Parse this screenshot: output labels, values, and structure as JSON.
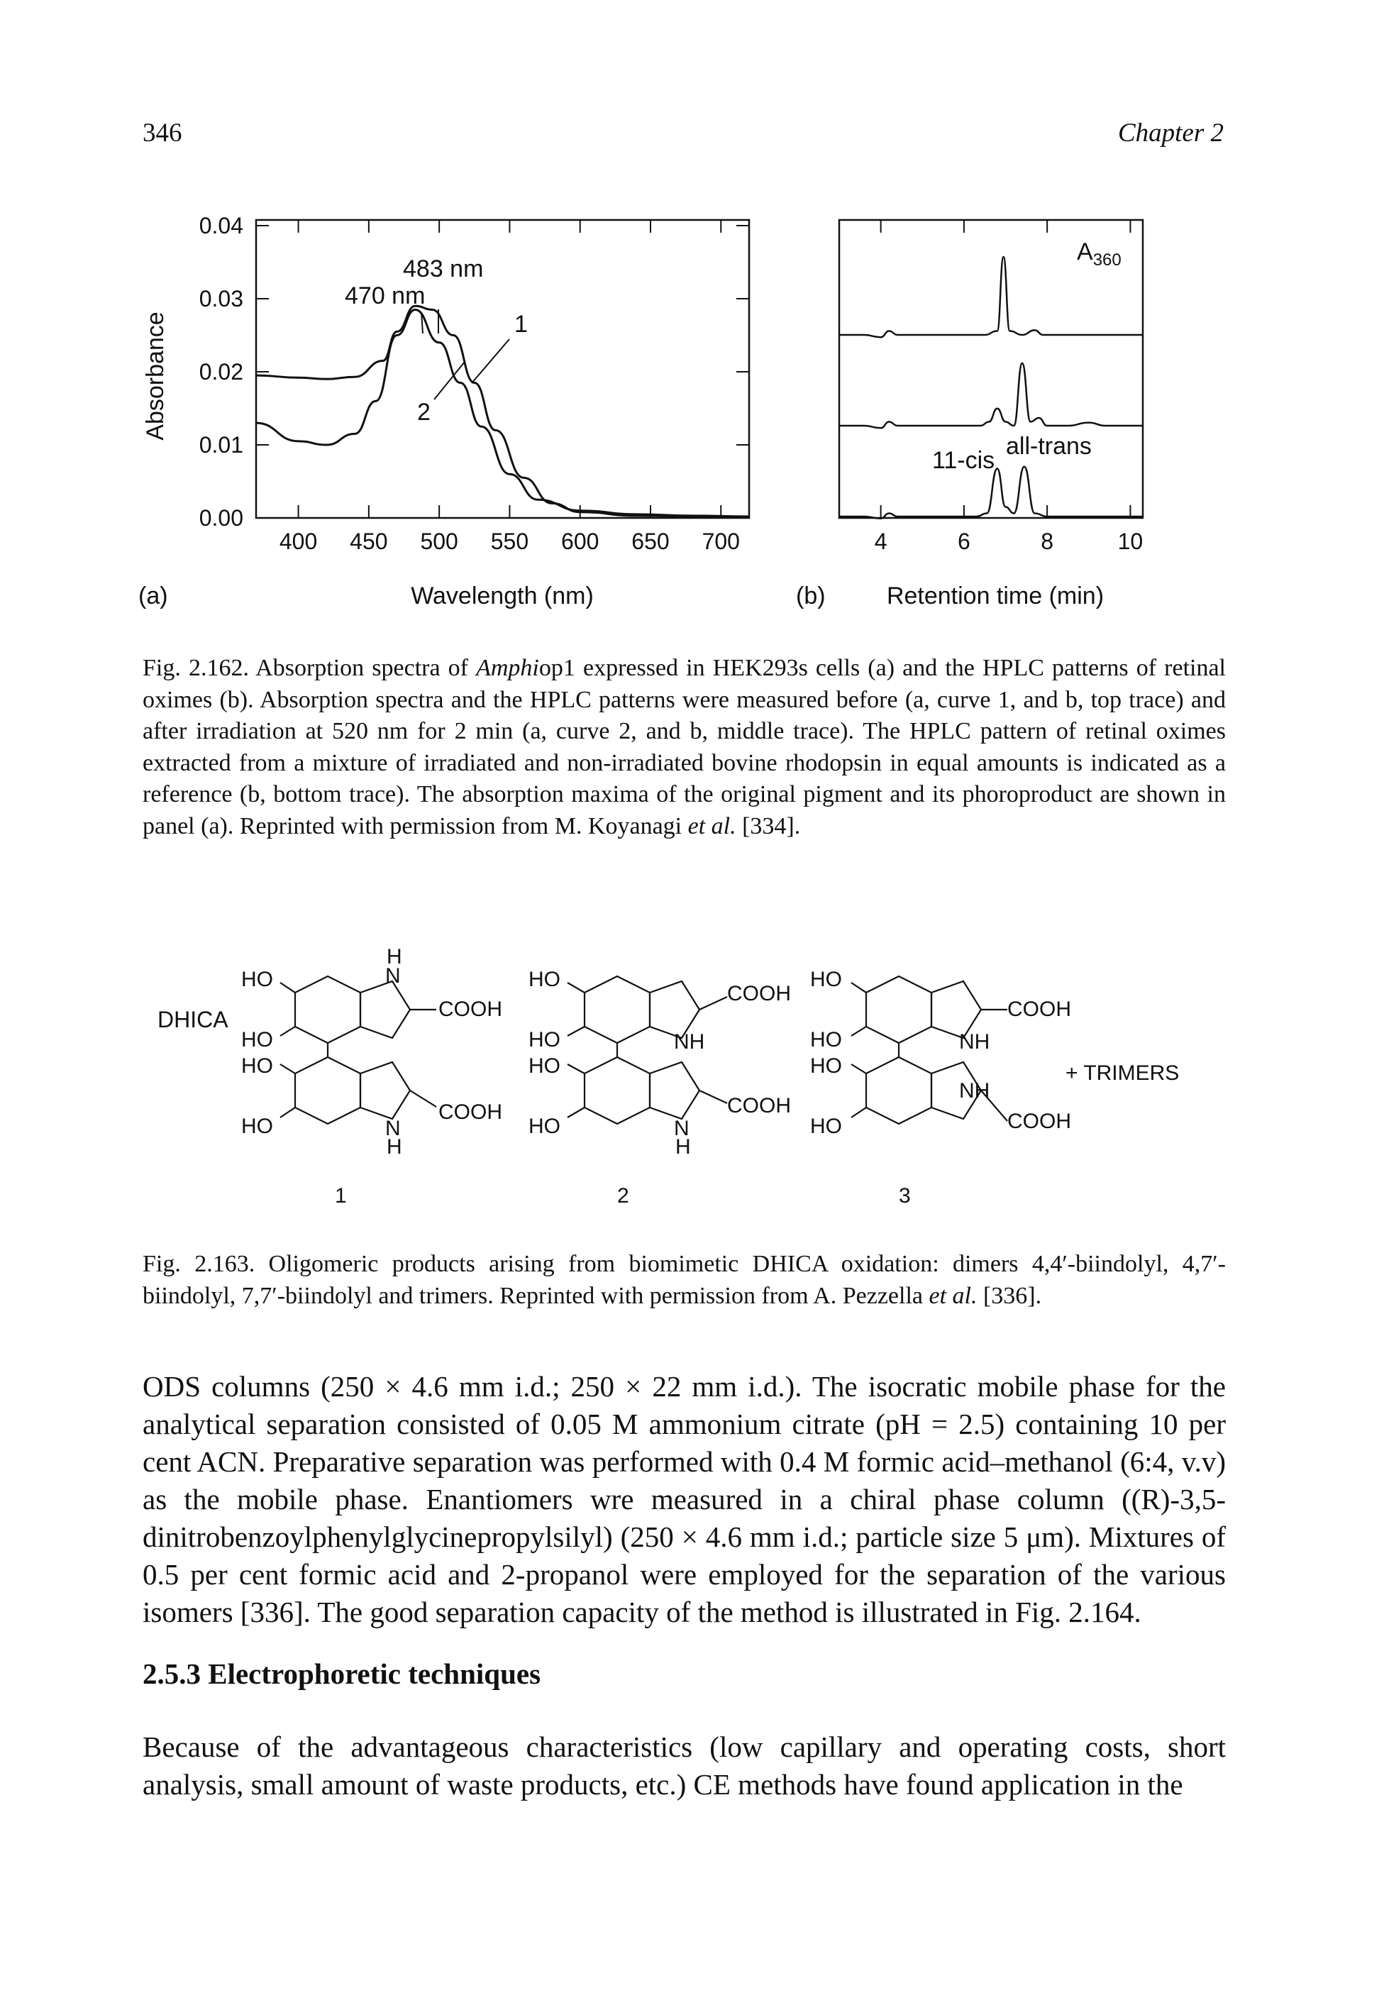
{
  "header": {
    "page_number": "346",
    "chapter": "Chapter 2"
  },
  "figure_a": {
    "panel_label": "(a)",
    "annot_483": "483 nm",
    "annot_470": "470 nm",
    "curve_label_1": "1",
    "curve_label_2": "2"
  },
  "figure_b": {
    "panel_label": "(b)",
    "corner_label": "A",
    "corner_label_sub": "360",
    "peak_label_11cis": "11-cis",
    "peak_label_alltrans": "all-trans"
  },
  "fig162_caption": {
    "prefix": "Fig. 2.162. Absorption spectra of ",
    "species_italic": "Amphi",
    "species_rest": "op1 expressed in HEK293s cells (a) and the HPLC patterns of retinal oximes (b). Absorption spectra and the HPLC patterns were measured before (a, curve 1, and b, top trace) and after irradiation at 520 nm for 2 min (a, curve 2, and b, middle trace). The HPLC pattern of retinal oximes extracted from a mixture of irradiated and non-irradiated bovine rhodopsin in equal amounts is indicated as a reference (b, bottom trace). The absorption maxima of the original pigment and its phoroproduct are shown in panel (a). Reprinted with permission from M. Koyanagi ",
    "etal": "et al.",
    "ref": " [334]."
  },
  "structures": {
    "dhica": "DHICA",
    "trimers": "+ TRIMERS",
    "ho": "HO",
    "cooh": "COOH",
    "nh": "NH",
    "n": "N",
    "h": "H",
    "labels": [
      "1",
      "2",
      "3"
    ]
  },
  "fig163_caption": {
    "text": "Fig. 2.163. Oligomeric products arising from biomimetic DHICA oxidation: dimers 4,4′-biindolyl, 4,7′-biindolyl, 7,7′-biindolyl and trimers. Reprinted with permission from A. Pezzella ",
    "etal": "et al.",
    "ref": " [336]."
  },
  "body": {
    "paragraph1": "ODS columns (250 × 4.6 mm i.d.; 250 × 22 mm i.d.). The isocratic mobile phase for the analytical separation consisted of 0.05 M ammonium citrate (pH = 2.5) containing 10 per cent ACN. Preparative separation was performed with 0.4 M formic acid–methanol (6:4, v.v) as the mobile phase. Enantiomers wre measured in a chiral phase column ((R)-3,5-dinitrobenzoylphenylglycinepropylsilyl) (250 × 4.6 mm i.d.; particle size 5 μm). Mixtures of 0.5 per cent formic acid and 2-propanol were employed for the separation of the various isomers [336]. The good separation capacity of the method is illustrated in Fig. 2.164.",
    "section_heading": "2.5.3 Electrophoretic techniques",
    "paragraph2": "Because of the advantageous characteristics (low capillary and operating costs, short analysis, small amount of waste products, etc.) CE methods have found application in the"
  },
  "chart_data": [
    {
      "type": "line",
      "xlabel": "Wavelength (nm)",
      "ylabel": "Absorbance",
      "xlim": [
        370,
        720
      ],
      "ylim": [
        0.0,
        0.04
      ],
      "xticks": [
        400,
        450,
        500,
        550,
        600,
        650,
        700
      ],
      "yticks": [
        0.0,
        0.01,
        0.02,
        0.03,
        0.04
      ],
      "ytick_labels": [
        "0.00",
        "0.01",
        "0.02",
        "0.03",
        "0.04"
      ],
      "grid": false,
      "series": [
        {
          "name": "1",
          "x": [
            370,
            400,
            420,
            440,
            460,
            470,
            483,
            495,
            510,
            525,
            540,
            560,
            580,
            600,
            640,
            680,
            720
          ],
          "y": [
            0.0195,
            0.0192,
            0.019,
            0.0193,
            0.0215,
            0.0255,
            0.029,
            0.0285,
            0.025,
            0.0185,
            0.012,
            0.0055,
            0.002,
            0.0008,
            0.0003,
            0.0002,
            0.0001
          ]
        },
        {
          "name": "2",
          "x": [
            370,
            400,
            420,
            440,
            455,
            470,
            483,
            500,
            515,
            530,
            550,
            570,
            600,
            640,
            680,
            720
          ],
          "y": [
            0.013,
            0.0105,
            0.01,
            0.0115,
            0.016,
            0.025,
            0.0285,
            0.024,
            0.0185,
            0.0125,
            0.006,
            0.0025,
            0.001,
            0.0005,
            0.0003,
            0.0002
          ]
        }
      ]
    },
    {
      "type": "line",
      "xlabel": "Retention time (min)",
      "ylabel": "A360",
      "xlim": [
        3,
        10.3
      ],
      "xticks": [
        4,
        6,
        8,
        10
      ],
      "grid": false,
      "series": [
        {
          "x": [
            3,
            3.6,
            4.0,
            4.2,
            4.4,
            6.5,
            6.8,
            6.95,
            7.1,
            7.4,
            7.7,
            7.9,
            8.2,
            10.3
          ],
          "y": [
            0,
            0,
            -0.03,
            0.05,
            0,
            0,
            0.05,
            1.0,
            0.05,
            0,
            0.06,
            0,
            0,
            0
          ]
        },
        {
          "x": [
            3,
            3.6,
            4.0,
            4.2,
            4.4,
            6.4,
            6.6,
            6.8,
            7.0,
            7.2,
            7.4,
            7.6,
            7.8,
            8.0,
            8.5,
            9.0,
            9.4,
            10.3
          ],
          "y": [
            0,
            0,
            -0.03,
            0.05,
            0,
            0,
            0.05,
            0.22,
            0.05,
            0,
            0.8,
            0.05,
            0.1,
            0,
            0,
            0.04,
            0,
            0
          ]
        },
        {
          "x": [
            3,
            3.6,
            4.0,
            4.2,
            4.4,
            6.3,
            6.55,
            6.8,
            7.0,
            7.2,
            7.45,
            7.7,
            8.0,
            10.3
          ],
          "y": [
            0,
            0,
            -0.03,
            0.05,
            0,
            0,
            0.05,
            0.75,
            0.15,
            0.05,
            0.78,
            0.05,
            0,
            0
          ]
        }
      ]
    }
  ]
}
